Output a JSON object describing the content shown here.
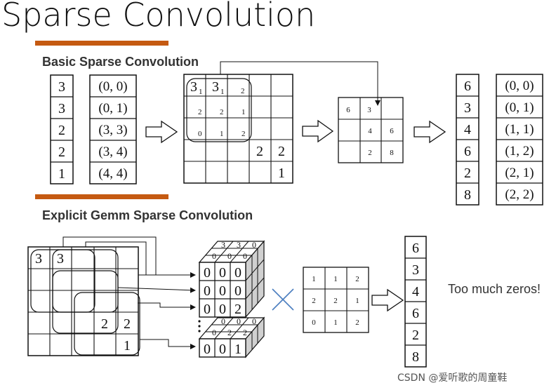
{
  "title": "Sparse Convolution",
  "basic": {
    "heading": "Basic Sparse Convolution",
    "values": [
      "3",
      "3",
      "2",
      "2",
      "1"
    ],
    "coords": [
      "(0, 0)",
      "(0, 1)",
      "(3, 3)",
      "(3, 4)",
      "(4, 4)"
    ],
    "grid": {
      "c00": "3",
      "c00sub": "1",
      "c01": "3",
      "c01sub": "1",
      "c02": "2",
      "c10": "2",
      "c11": "2",
      "c12": "1",
      "c20": "0",
      "c21": "1",
      "c22": "2",
      "c33": "2",
      "c34": "2",
      "c44": "1"
    },
    "output_grid": [
      "6",
      "3",
      "4",
      "6",
      "2",
      "8"
    ],
    "out_values": [
      "6",
      "3",
      "4",
      "6",
      "2",
      "8"
    ],
    "out_coords": [
      "(0, 0)",
      "(0, 1)",
      "(1, 1)",
      "(1, 2)",
      "(2, 1)",
      "(2, 2)"
    ]
  },
  "gemm": {
    "heading": "Explicit Gemm Sparse Convolution",
    "grid": {
      "a": "3",
      "b": "3",
      "c": "2",
      "d": "2",
      "e": "1"
    },
    "cube1": {
      "top_back": [
        "3",
        "3",
        "0"
      ],
      "top_mid": [
        "0",
        "0",
        "0"
      ],
      "front_rows": [
        [
          "0",
          "0",
          "0"
        ],
        [
          "0",
          "0",
          "0"
        ],
        [
          "0",
          "0",
          "2"
        ]
      ]
    },
    "cube2": {
      "top_back": [
        "0",
        "0",
        "0"
      ],
      "top_mid": [
        "0",
        "2",
        "2"
      ],
      "front_rows": [
        [
          "0",
          "0",
          "1"
        ]
      ]
    },
    "kernel": [
      [
        "1",
        "1",
        "2"
      ],
      [
        "2",
        "2",
        "1"
      ],
      [
        "0",
        "1",
        "2"
      ]
    ],
    "result": [
      "6",
      "3",
      "4",
      "6",
      "2",
      "8"
    ],
    "note": "Too much zeros!"
  },
  "watermark": "CSDN @爱听歌的周童鞋",
  "colors": {
    "accent": "#c55a11",
    "multiply": "#4a7ebf"
  }
}
